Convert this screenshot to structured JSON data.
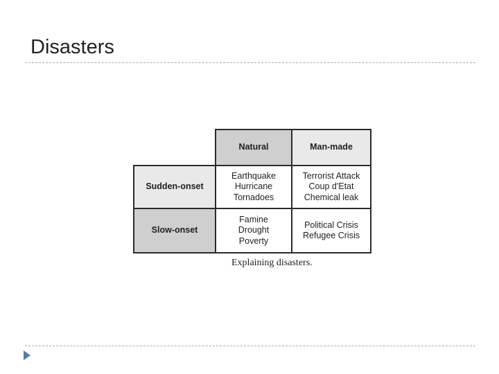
{
  "slide": {
    "title": "Disasters"
  },
  "figure": {
    "col_headers": [
      "Natural",
      "Man-made"
    ],
    "rows": [
      {
        "header": "Sudden-onset",
        "natural": [
          "Earthquake",
          "Hurricane",
          "Tornadoes"
        ],
        "man_made": [
          "Terrorist Attack",
          "Coup d'Etat",
          "Chemical leak"
        ]
      },
      {
        "header": "Slow-onset",
        "natural": [
          "Famine",
          "Drought",
          "Poverty"
        ],
        "man_made": [
          "Political Crisis",
          "Refugee Crisis"
        ]
      }
    ],
    "caption": "Explaining disasters."
  },
  "colors": {
    "header_shade": "#cfcfcf",
    "row_header_shade": "#e9e9e9",
    "nav_arrow": "#5b7ba6"
  },
  "icons": {
    "nav": "triangle-right-icon"
  }
}
